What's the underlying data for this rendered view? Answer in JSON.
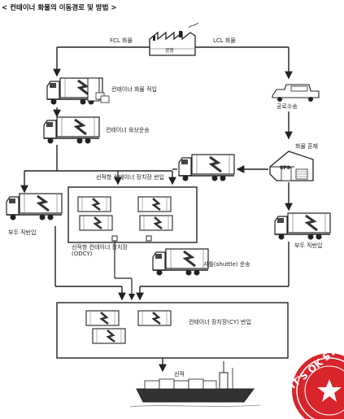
{
  "title": "< 컨테이너 화물의 이동경로 및 방법 >",
  "nodes": {
    "factory": "공장",
    "fcl": "FCL 화물",
    "lcl": "LCL 화물",
    "container_loading": "컨테이너 화물 적입",
    "land_transport": "컨테이너 육상운송",
    "road_transport": "공로수송",
    "cargo_consolidation": "화물 혼재",
    "cfs": "CFS",
    "to_terminal_yard": "선적항 컨테이너 장치장 반입",
    "pier_direct_left": "부두 직반입",
    "pier_direct_right": "부두 직반입",
    "offdock_cy": "선적항 컨테이너 장치장(ODCY)",
    "shuttle": "셔틀(shuttle) 운송",
    "cy_in": "컨테이너 장치장(CY) 반입",
    "loading": "선적"
  },
  "stamp": {
    "text": "IT'S OK STO",
    "color": "#d8252b"
  }
}
